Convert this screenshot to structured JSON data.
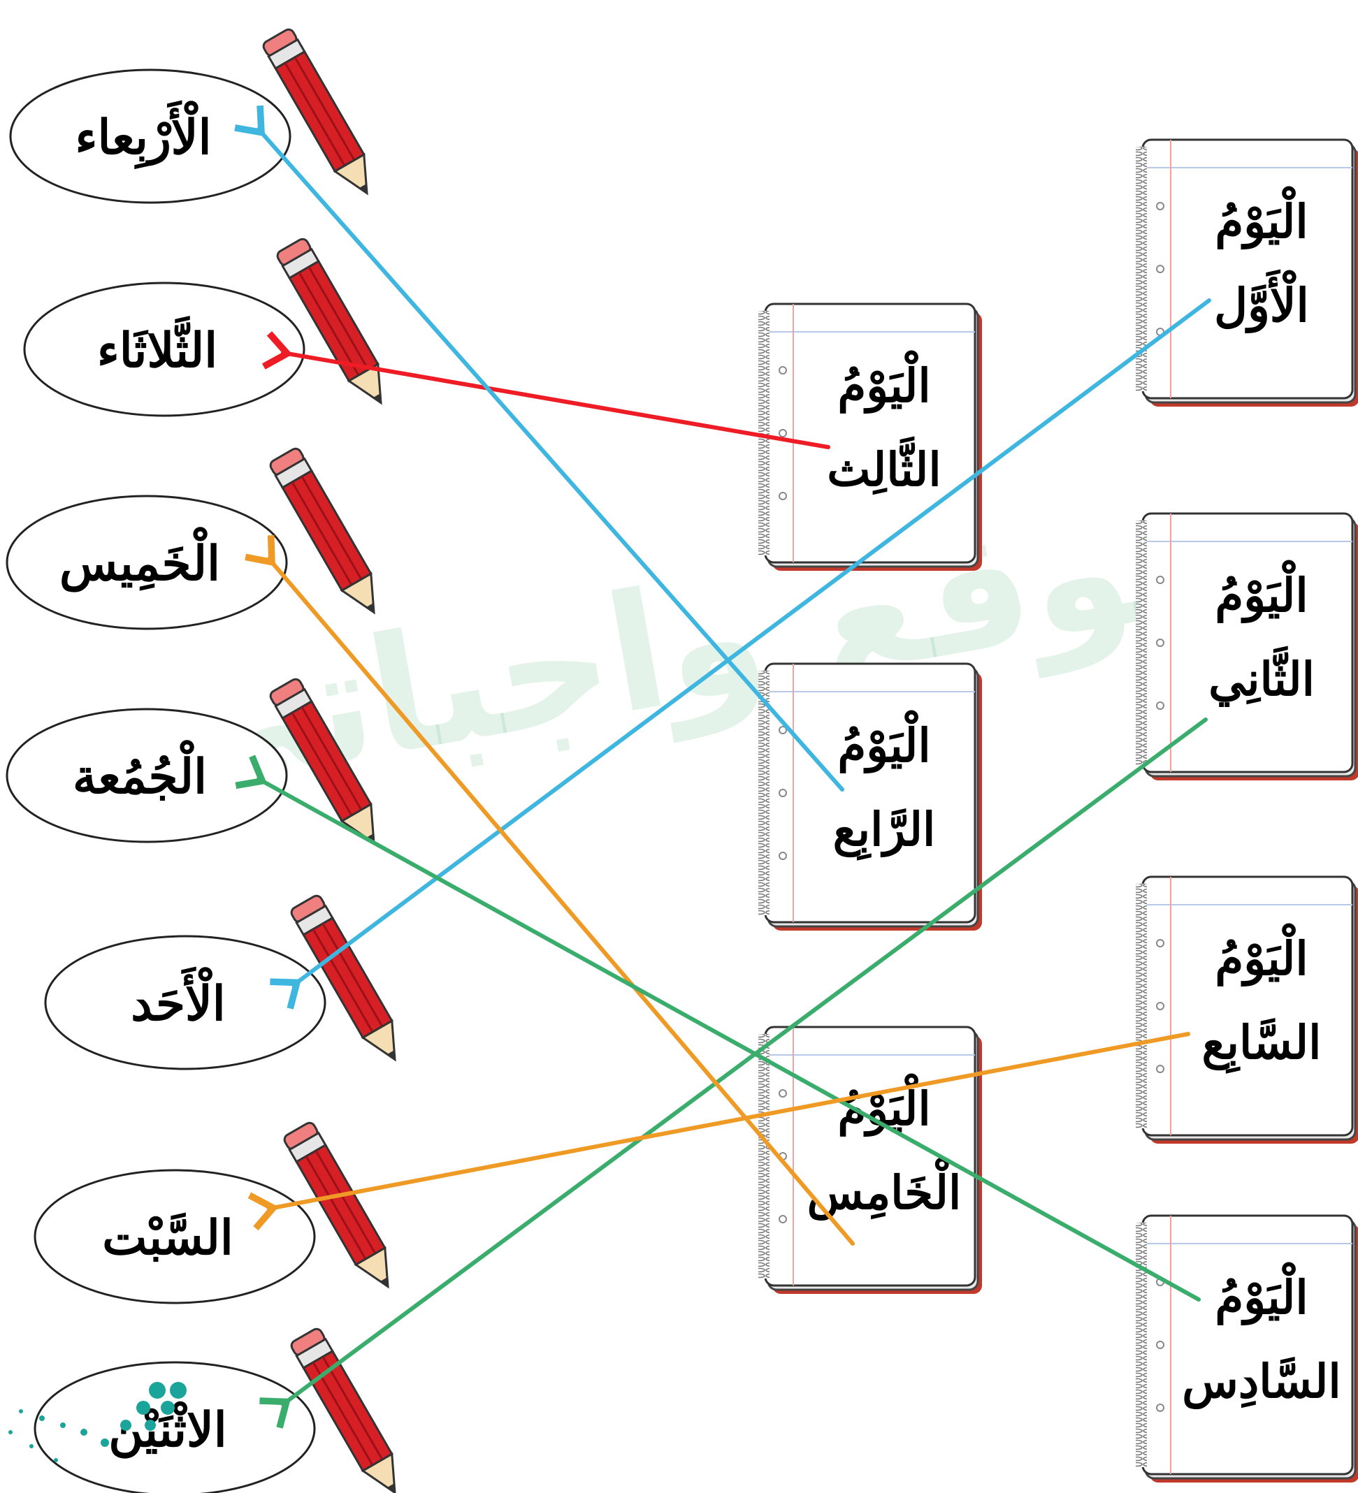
{
  "title": "",
  "days": [
    {
      "id": "wed",
      "label": "الْأَرْبِعاء"
    },
    {
      "id": "tue",
      "label": "الثَّلاثَاء"
    },
    {
      "id": "thu",
      "label": "الْخَمِيس"
    },
    {
      "id": "fri",
      "label": "الْجُمُعة"
    },
    {
      "id": "sun",
      "label": "الْأَحَد"
    },
    {
      "id": "sat",
      "label": "السَّبْت"
    },
    {
      "id": "mon",
      "label": "الاثْنَيْن"
    }
  ],
  "notebooks": [
    {
      "id": "d1",
      "line1": "الْيَوْمُ",
      "line2": "الْأَوَّل"
    },
    {
      "id": "d2",
      "line1": "الْيَوْمُ",
      "line2": "الثَّانِي"
    },
    {
      "id": "d3",
      "line1": "الْيَوْمُ",
      "line2": "الثَّالِث"
    },
    {
      "id": "d4",
      "line1": "الْيَوْمُ",
      "line2": "الرَّابِع"
    },
    {
      "id": "d5",
      "line1": "الْيَوْمُ",
      "line2": "الْخَامِس"
    },
    {
      "id": "d6",
      "line1": "الْيَوْمُ",
      "line2": "السَّادِس"
    },
    {
      "id": "d7",
      "line1": "الْيَوْمُ",
      "line2": "السَّابِع"
    }
  ],
  "watermark": "موقع واجباتي",
  "colors": {
    "blue": "#3fb6df",
    "red": "#ee1c25",
    "orange": "#ee9a25",
    "green": "#3aad6c",
    "pencil": "#d71f26",
    "title": "#e0245e"
  },
  "connections": [
    {
      "from": "d1",
      "to": "sun",
      "color": "blue"
    },
    {
      "from": "d2",
      "to": "mon",
      "color": "green"
    },
    {
      "from": "d3",
      "to": "tue",
      "color": "red"
    },
    {
      "from": "d4",
      "to": "wed",
      "color": "blue"
    },
    {
      "from": "d5",
      "to": "thu",
      "color": "orange"
    },
    {
      "from": "d6",
      "to": "fri",
      "color": "green"
    },
    {
      "from": "d7",
      "to": "sat",
      "color": "orange"
    }
  ]
}
